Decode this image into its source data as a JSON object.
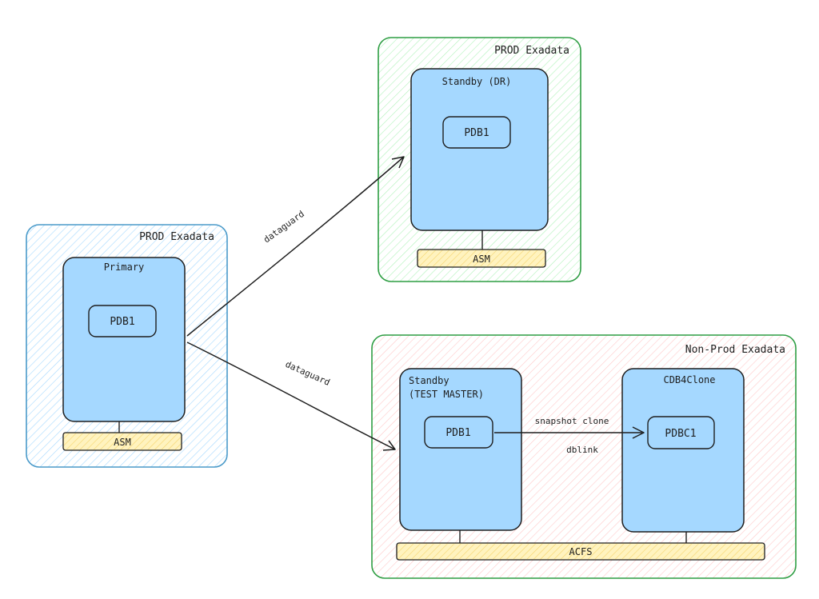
{
  "colors": {
    "stroke": "#1e1e1e",
    "db_fill": "#a5d8ff",
    "store_fill": "#fff3bf",
    "hatch_blue": "#a5d8ff",
    "hatch_green": "#b2f2bb",
    "hatch_red": "#ffc9c9",
    "border_blue": "#4a9ac9",
    "border_green": "#2f9e44"
  },
  "zones": {
    "primary_site": {
      "title": "PROD Exadata"
    },
    "dr_site": {
      "title": "PROD Exadata"
    },
    "nonprod_site": {
      "title": "Non-Prod Exadata"
    }
  },
  "databases": {
    "primary": {
      "title": "Primary",
      "pdb": "PDB1",
      "storage": "ASM"
    },
    "standby_dr": {
      "title": "Standby (DR)",
      "pdb": "PDB1",
      "storage": "ASM"
    },
    "test_master": {
      "title_line1": "Standby",
      "title_line2": "(TEST MASTER)",
      "pdb": "PDB1"
    },
    "cdb4clone": {
      "title": "CDB4Clone",
      "pdb": "PDBC1"
    },
    "shared_storage": "ACFS"
  },
  "edges": {
    "to_dr": "dataguard",
    "to_test_master": "dataguard",
    "clone_top": "snapshot clone",
    "clone_bottom": "dblink"
  }
}
